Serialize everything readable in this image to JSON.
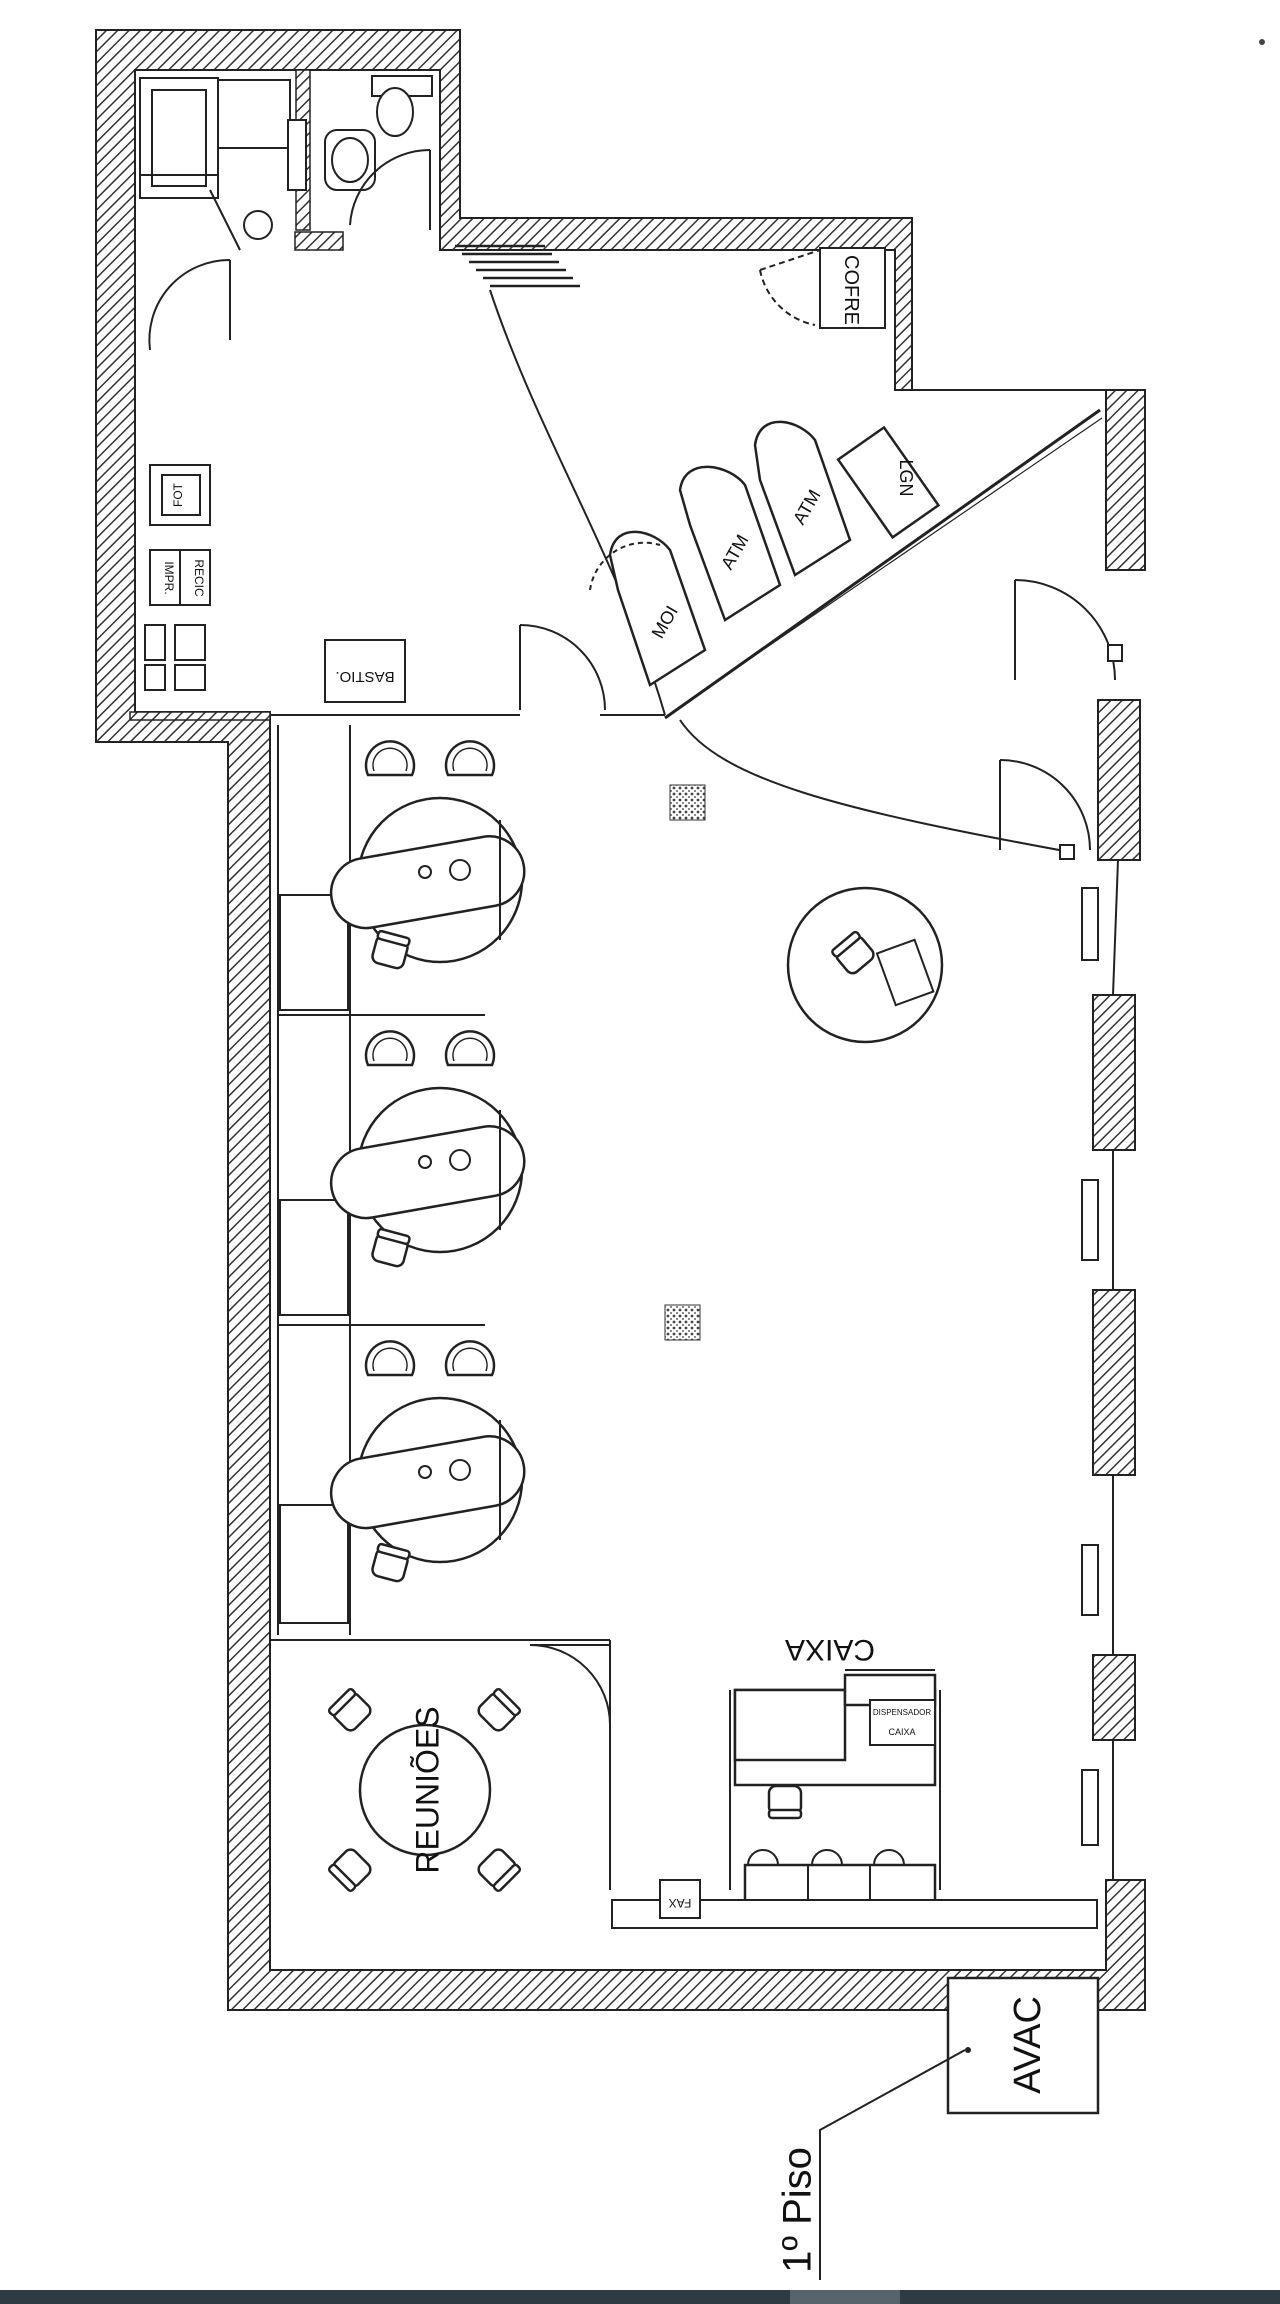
{
  "labels": {
    "cofre": "COFRE",
    "bastio": "BASTIO.",
    "foto": "FOT",
    "impr": "IMPR.",
    "recic": "RECIC",
    "atm_1": "ATM",
    "atm_2": "ATM",
    "moi": "MOI",
    "lgn": "LGN",
    "caixa": "CAIXA",
    "caixa_desk_1": "CAIXA",
    "caixa_desk_2": "DISPENSADOR",
    "reunioes": "REUNIÕES",
    "fax": "FAX",
    "avac": "AVAC",
    "floor": "1º Piso"
  },
  "colors": {
    "wall_hatch": "#333333",
    "line": "#222222",
    "bottom_bar": "#2e3b42"
  }
}
